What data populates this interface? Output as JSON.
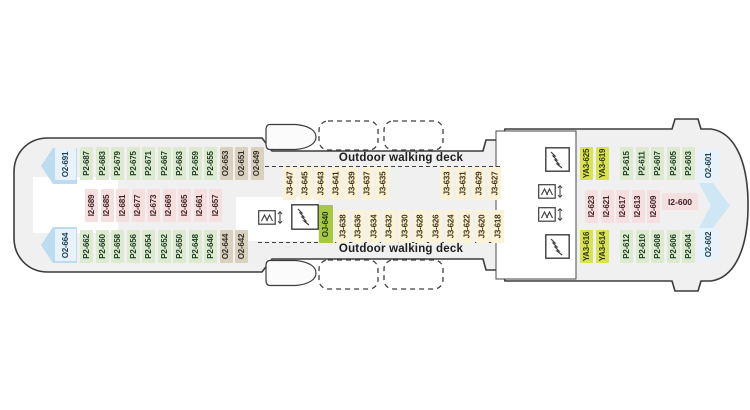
{
  "deck": {
    "walking_deck_top": "Outdoor walking deck",
    "walking_deck_bottom": "Outdoor walking deck"
  },
  "icons": {
    "stairs": "staircase-zigzag",
    "elevator": "elevator-updown"
  },
  "categories": {
    "P2": {
      "bg": "#dcead0",
      "fg": "#1c3a24"
    },
    "I2": {
      "bg": "#f5dfdf",
      "fg": "#402326"
    },
    "O2T": {
      "bg": "#d9d0bf",
      "fg": "#33302a"
    },
    "J3": {
      "bg": "#fcf3d6",
      "fg": "#3f3214"
    },
    "YA3": {
      "bg": "#d9e24f",
      "fg": "#2e360d"
    },
    "OJ": {
      "bg": "#a6c93f",
      "fg": "#22350b"
    },
    "O2B": {
      "bg": "#e7f2fa",
      "fg": "#1a3c55"
    }
  },
  "hull": {
    "fill": "#f0f0f1",
    "stroke": "#3b3b3b"
  },
  "cabin_rows": [
    {
      "id": "o2TopLeft",
      "category": "O2B",
      "labels": [
        "O2-691"
      ]
    },
    {
      "id": "p2TopLeft",
      "category": "P2",
      "labels": [
        "P2-687",
        "P2-683",
        "P2-679",
        "P2-675",
        "P2-671",
        "P2-667",
        "P2-663",
        "P2-659",
        "P2-655"
      ]
    },
    {
      "id": "o2tTopLeft",
      "category": "O2T",
      "labels": [
        "O2-653",
        "O2-651",
        "O2-649"
      ]
    },
    {
      "id": "i2MidLeft",
      "category": "I2",
      "labels": [
        "I2-689",
        "I2-685",
        "I2-681",
        "I2-677",
        "I2-673",
        "I2-669",
        "I2-665",
        "I2-661",
        "I2-657"
      ]
    },
    {
      "id": "o2BotLeft",
      "category": "O2B",
      "labels": [
        "O2-664"
      ]
    },
    {
      "id": "p2BotLeft",
      "category": "P2",
      "labels": [
        "P2-662",
        "P2-660",
        "P2-658",
        "P2-656",
        "P2-654",
        "P2-652",
        "P2-650",
        "P2-648",
        "P2-646"
      ]
    },
    {
      "id": "o2tBotLeft",
      "category": "O2T",
      "labels": [
        "O2-644",
        "O2-642"
      ]
    },
    {
      "id": "j3TopA",
      "category": "J3",
      "labels": [
        "J3-647",
        "J3-645",
        "J3-643",
        "J3-641",
        "J3-639",
        "J3-637",
        "J3-635"
      ]
    },
    {
      "id": "j3TopB",
      "category": "J3",
      "labels": [
        "J3-633",
        "J3-631",
        "J3-629",
        "J3-627"
      ]
    },
    {
      "id": "ojMid",
      "category": "OJ",
      "labels": [
        "OJ-640"
      ]
    },
    {
      "id": "j3Mid",
      "category": "J3",
      "labels": [
        "J3-638",
        "J3-636",
        "J3-634",
        "J3-632",
        "J3-630",
        "J3-628",
        "J3-626",
        "J3-624",
        "J3-622",
        "J3-620",
        "J3-618"
      ]
    },
    {
      "id": "ya3TopR",
      "category": "YA3",
      "labels": [
        "YA3-625",
        "YA3-619"
      ]
    },
    {
      "id": "p2TopR",
      "category": "P2",
      "labels": [
        "P2-615",
        "P2-611",
        "P2-607",
        "P2-605",
        "P2-603"
      ]
    },
    {
      "id": "o2TopR",
      "category": "O2B",
      "labels": [
        "O2-601"
      ]
    },
    {
      "id": "i2MidR",
      "category": "I2",
      "labels": [
        "I2-623",
        "I2-621",
        "I2-617",
        "I2-613",
        "I2-609"
      ]
    },
    {
      "id": "i2_600",
      "category": "I2",
      "labels": [
        "I2-600"
      ]
    },
    {
      "id": "ya3BotR",
      "category": "YA3",
      "labels": [
        "YA3-616",
        "YA3-614"
      ]
    },
    {
      "id": "p2BotR",
      "category": "P2",
      "labels": [
        "P2-612",
        "P2-610",
        "P2-608",
        "P2-606",
        "P2-604"
      ]
    },
    {
      "id": "o2BotR",
      "category": "O2B",
      "labels": [
        "O2-602"
      ]
    }
  ]
}
